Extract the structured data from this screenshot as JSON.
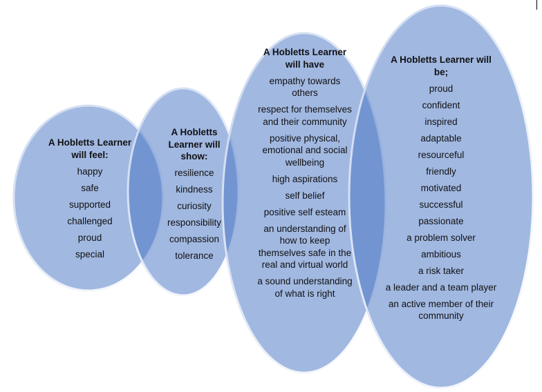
{
  "colors": {
    "ellipse_fill": "#4472c4",
    "ellipse_edge": "#ffffff",
    "text": "#111111"
  },
  "groups": [
    {
      "heading": "A Hobletts Learner will feel:",
      "items": [
        "happy",
        "safe",
        "supported",
        "challenged",
        "proud",
        "special"
      ]
    },
    {
      "heading": "A Hobletts Learner will show:",
      "items": [
        "resilience",
        "kindness",
        "curiosity",
        "responsibility",
        "compassion",
        "tolerance"
      ]
    },
    {
      "heading": "A Hobletts Learner will have",
      "items": [
        "empathy towards others",
        "respect for themselves and their community",
        "positive physical, emotional and social wellbeing",
        "high aspirations",
        "self belief",
        "positive self esteam",
        "an understanding of how to keep themselves safe in the real and virtual world",
        "a sound understanding of what is right"
      ]
    },
    {
      "heading": "A Hobletts Learner will be;",
      "items": [
        "proud",
        "confident",
        "inspired",
        "adaptable",
        "resourceful",
        "friendly",
        "motivated",
        "successful",
        "passionate",
        "a problem solver",
        "ambitious",
        "a risk taker",
        "a leader and a team player",
        "an active member of their community"
      ]
    }
  ]
}
